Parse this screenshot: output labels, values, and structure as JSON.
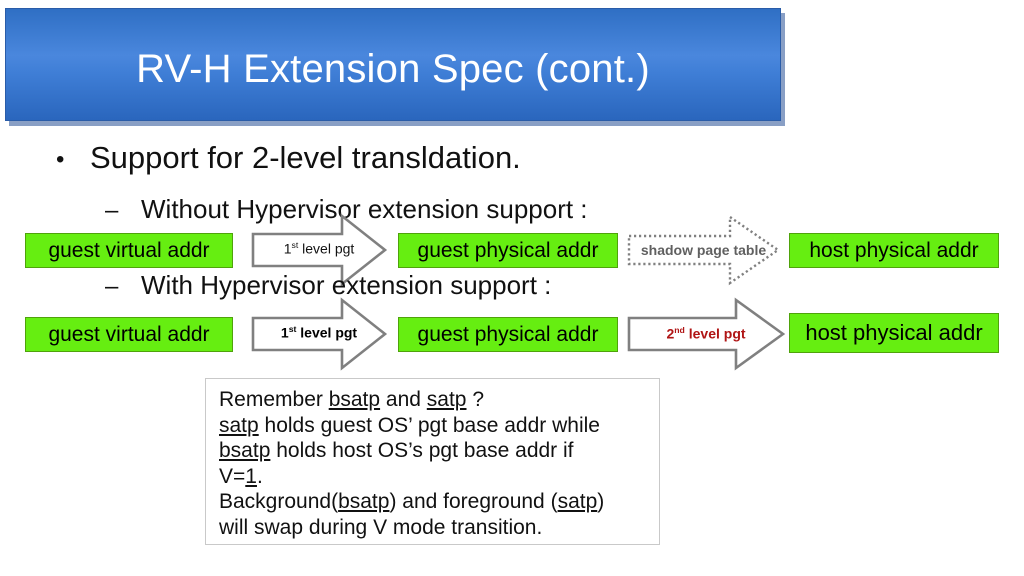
{
  "slide": {
    "title": "RV-H Extension Spec (cont.)",
    "bullets": [
      {
        "marker": "•",
        "text": "Support for 2-level transldation."
      },
      {
        "marker": "–",
        "text": "Without Hypervisor extension support :"
      },
      {
        "marker": "–",
        "text": "With Hypervisor extension support :"
      }
    ],
    "rows": [
      {
        "name": "without-hypervisor-row",
        "boxes": [
          {
            "label": "guest virtual addr"
          },
          {
            "label": "guest physical addr"
          },
          {
            "label": "host physical addr"
          }
        ],
        "arrows": [
          {
            "label_pre": "1",
            "label_sup": "st",
            "label_post": " level pgt",
            "style": "plain"
          },
          {
            "label_pre": "",
            "label_sup": "",
            "label_post": "shadow page table",
            "style": "gray-dotted"
          }
        ]
      },
      {
        "name": "with-hypervisor-row",
        "boxes": [
          {
            "label": "guest virtual addr"
          },
          {
            "label": "guest physical addr"
          },
          {
            "label": "host physical addr"
          }
        ],
        "arrows": [
          {
            "label_pre": "1",
            "label_sup": "st",
            "label_post": " level pgt",
            "style": "bold"
          },
          {
            "label_pre": "2",
            "label_sup": "nd",
            "label_post": " level pgt",
            "style": "red"
          }
        ]
      }
    ],
    "note": {
      "lines": [
        "Remember bsatp and satp ?",
        "satp holds guest OS’ pgt base addr while",
        "bsatp holds host OS’s pgt base addr if",
        "V=1.",
        "Background(bsatp) and foreground (satp)",
        "will swap during V mode transition."
      ]
    },
    "colors": {
      "title_bar": "#3f7ed6",
      "box_fill": "#66ee11",
      "box_border": "#4fa30b",
      "arrow_outline": "#808080",
      "red_label": "#b01515",
      "gray_label": "#606060"
    }
  }
}
